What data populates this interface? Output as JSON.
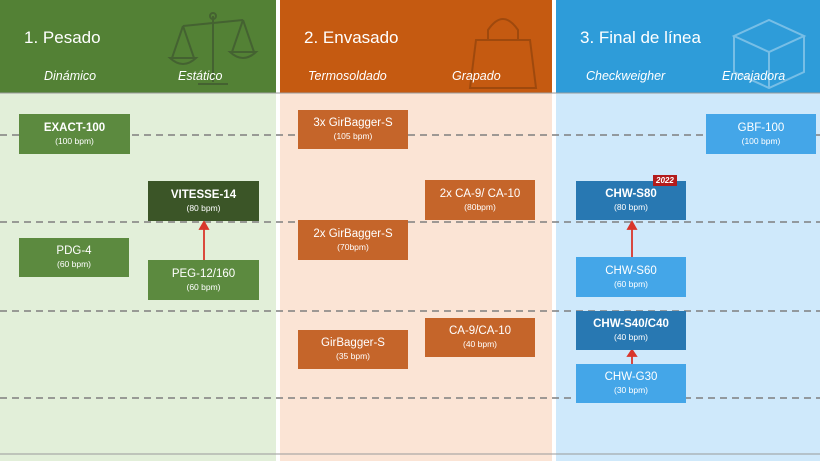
{
  "columns": [
    {
      "title": "1. Pesado",
      "sub1": "Dinámico",
      "sub2": "Estático",
      "icon": "scale-icon",
      "header_color": "#538135",
      "body_color": "#e2efd9"
    },
    {
      "title": "2. Envasado",
      "sub1": "Termosoldado",
      "sub2": "Grapado",
      "icon": "shopping-bag-icon",
      "header_color": "#c55a11",
      "body_color": "#fbe4d5"
    },
    {
      "title": "3. Final de línea",
      "sub1": "Checkweigher",
      "sub2": "Encajadora",
      "icon": "box-icon",
      "header_color": "#2e9cd9",
      "body_color": "#cfe9fb"
    }
  ],
  "machines": {
    "exact_100": {
      "name": "EXACT-100",
      "rate": "(100 bpm)"
    },
    "vitesse_14": {
      "name": "VITESSE-14",
      "rate": "(80 bpm)"
    },
    "pdg_4": {
      "name": "PDG-4",
      "rate": "(60 bpm)"
    },
    "peg_12_160": {
      "name": "PEG-12/160",
      "rate": "(60 bpm)"
    },
    "girbagger_3x": {
      "name": "3x GirBagger-S",
      "rate": "(105 bpm)"
    },
    "girbagger_2x": {
      "name": "2x GirBagger-S",
      "rate": "(70bpm)"
    },
    "girbagger_1": {
      "name": "GirBagger-S",
      "rate": "(35 bpm)"
    },
    "ca_2x": {
      "name": "2x CA-9/ CA-10",
      "rate": "(80bpm)"
    },
    "ca_1": {
      "name": "CA-9/CA-10",
      "rate": "(40 bpm)"
    },
    "gbf_100": {
      "name": "GBF-100",
      "rate": "(100 bpm)"
    },
    "chw_s80": {
      "name": "CHW-S80",
      "rate": "(80 bpm)",
      "badge": "2022"
    },
    "chw_s60": {
      "name": "CHW-S60",
      "rate": "(60 bpm)"
    },
    "chw_s40_c40": {
      "name": "CHW-S40/C40",
      "rate": "(40 bpm)"
    },
    "chw_g30": {
      "name": "CHW-G30",
      "rate": "(30 bpm)"
    }
  },
  "colors": {
    "green_box": "#5c8a3f",
    "green_dark": "#3b5527",
    "orange_box": "#c5652a",
    "blue_box": "#44a6e8",
    "blue_dark": "#2878b2",
    "arrow": "#d9362b",
    "dash": "#7f7f7f",
    "badge": "#b31c1c"
  }
}
